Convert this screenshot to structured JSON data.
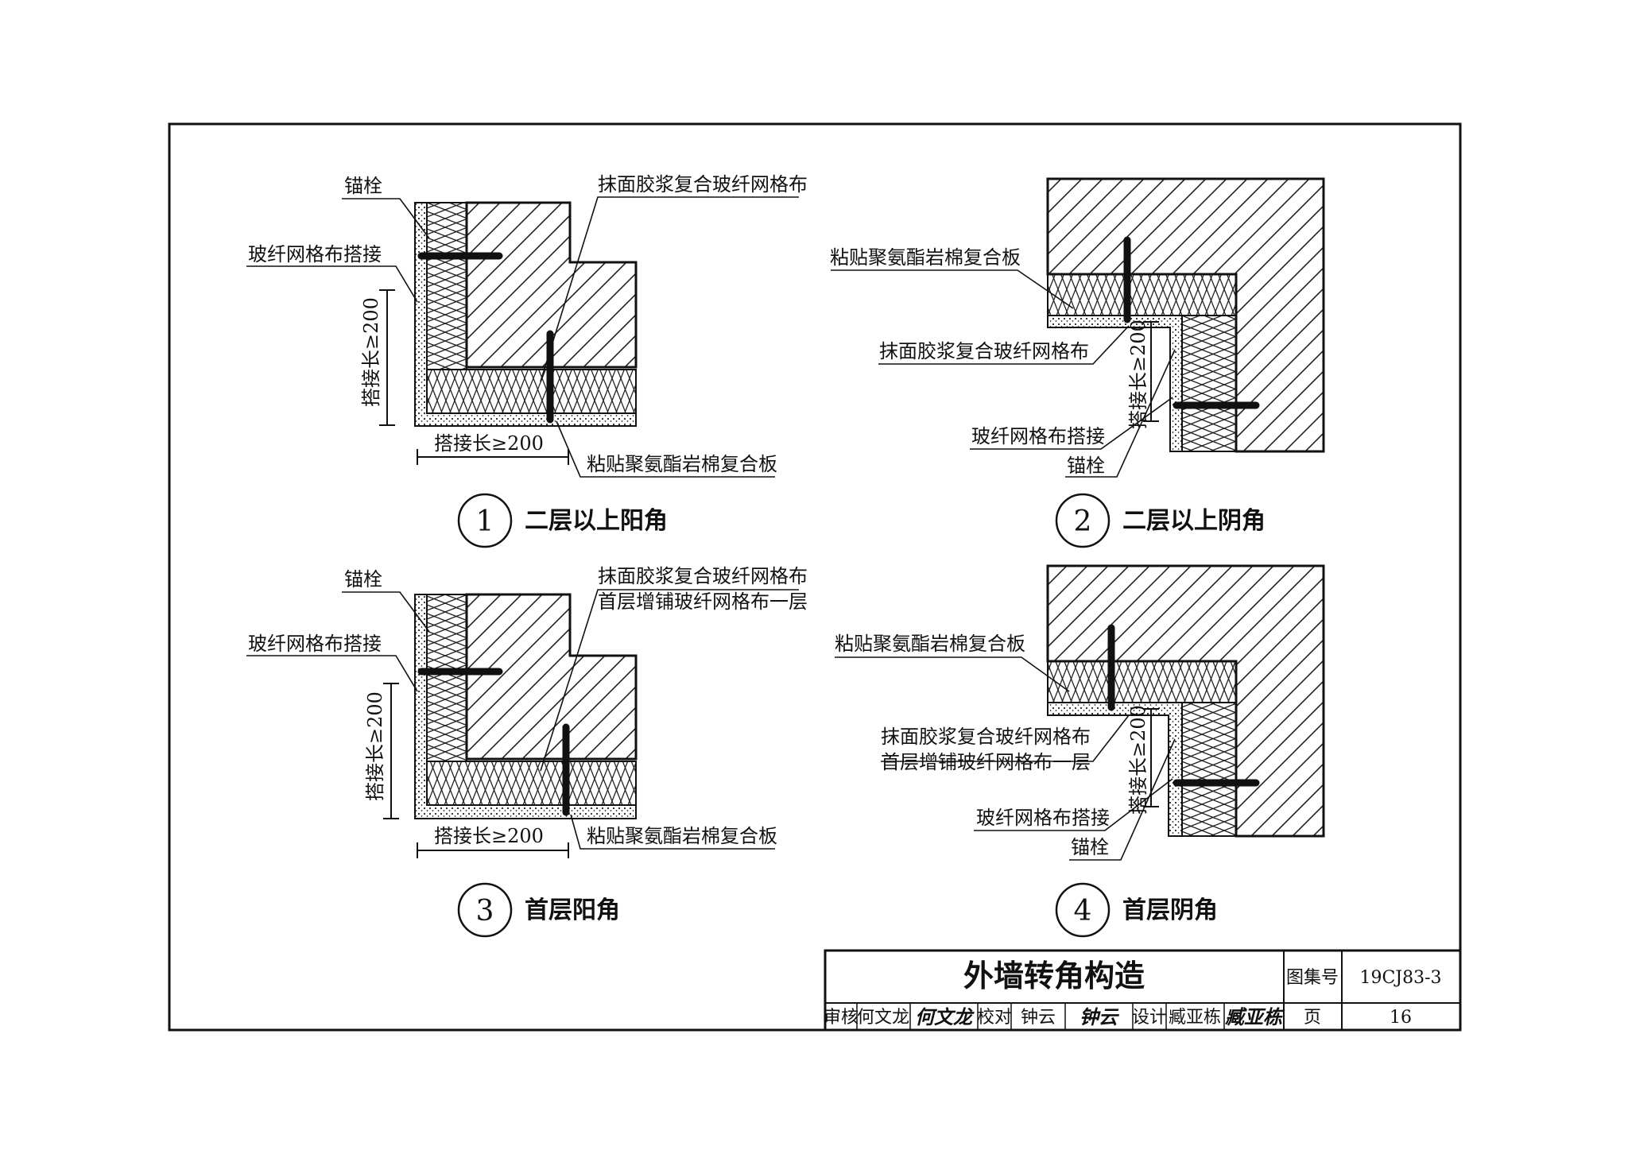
{
  "title_block": {
    "title": "外墙转角构造",
    "atlas_label": "图集号",
    "atlas_no": "19CJ83-3",
    "page_label": "页",
    "page_no": "16",
    "review_label": "审核",
    "review_name": "何文龙",
    "review_sig": "何文龙",
    "check_label": "校对",
    "check_name": "钟云",
    "check_sig": "钟云",
    "design_label": "设计",
    "design_name": "臧亚栋",
    "design_sig": "臧亚栋"
  },
  "details": [
    {
      "number": "1",
      "caption": "二层以上阳角",
      "labels": {
        "anchor": "锚栓",
        "mesh_lap": "玻纤网格布搭接",
        "plaster": "抹面胶浆复合玻纤网格布",
        "lap_v": "搭接长≥200",
        "lap_h": "搭接长≥200",
        "board": "粘贴聚氨酯岩棉复合板"
      }
    },
    {
      "number": "2",
      "caption": "二层以上阴角",
      "labels": {
        "board": "粘贴聚氨酯岩棉复合板",
        "plaster": "抹面胶浆复合玻纤网格布",
        "lap_v": "搭接长≥200",
        "mesh_lap": "玻纤网格布搭接",
        "anchor": "锚栓"
      }
    },
    {
      "number": "3",
      "caption": "首层阳角",
      "labels": {
        "anchor": "锚栓",
        "plaster": "抹面胶浆复合玻纤网格布",
        "extra": "首层增铺玻纤网格布一层",
        "mesh_lap": "玻纤网格布搭接",
        "lap_v": "搭接长≥200",
        "lap_h": "搭接长≥200",
        "board": "粘贴聚氨酯岩棉复合板"
      }
    },
    {
      "number": "4",
      "caption": "首层阴角",
      "labels": {
        "board": "粘贴聚氨酯岩棉复合板",
        "plaster": "抹面胶浆复合玻纤网格布",
        "extra": "首层增铺玻纤网格布一层",
        "lap_v": "搭接长≥200",
        "mesh_lap": "玻纤网格布搭接",
        "anchor": "锚栓"
      }
    }
  ]
}
